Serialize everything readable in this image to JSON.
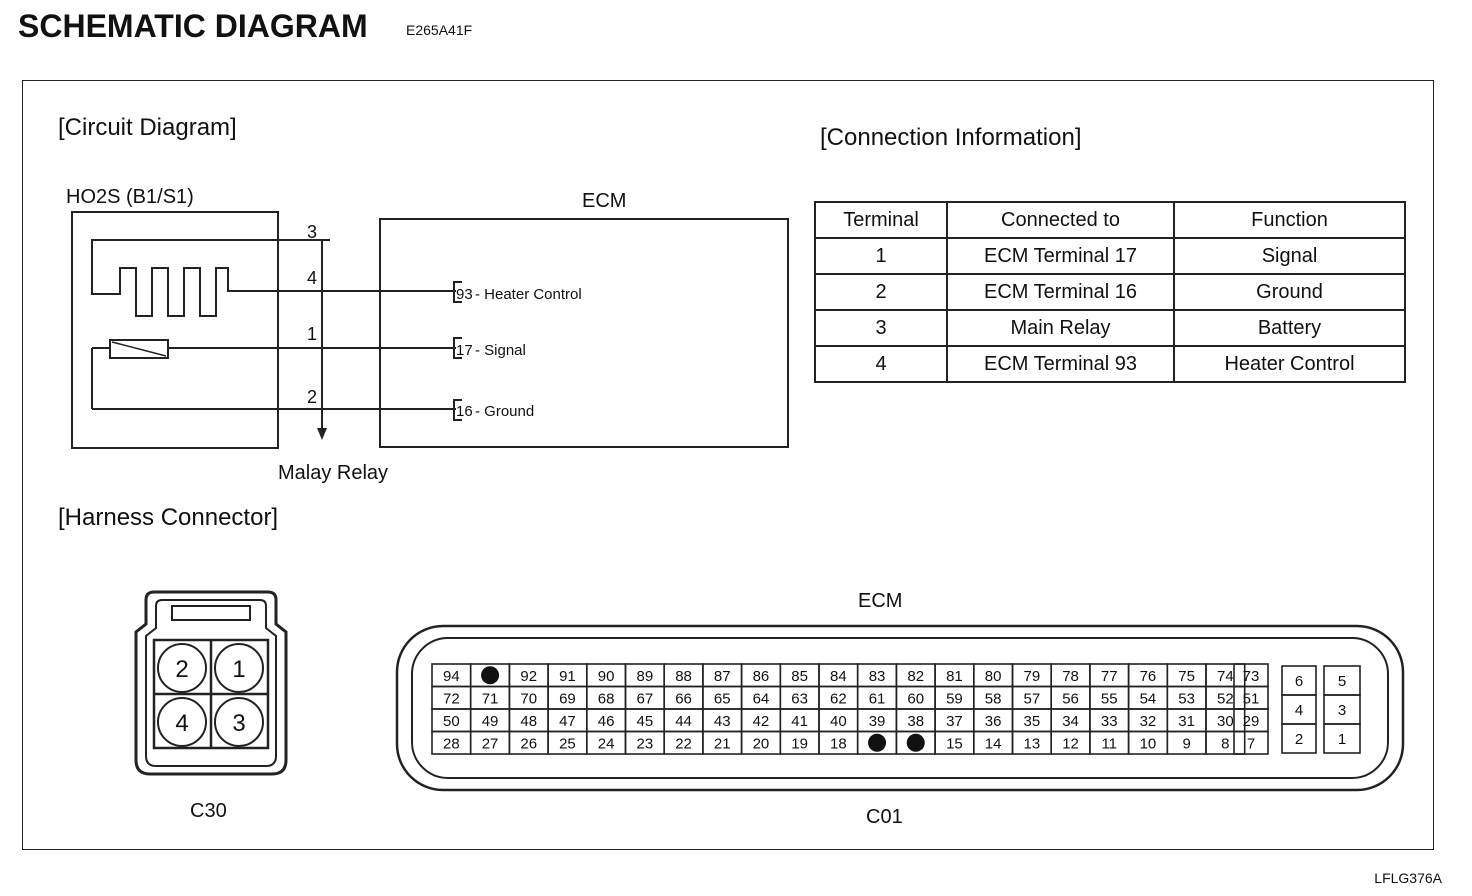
{
  "header": {
    "title": "SCHEMATIC DIAGRAM",
    "code": "E265A41F"
  },
  "footer": {
    "code": "LFLG376A"
  },
  "circuit": {
    "heading": "[Circuit Diagram]",
    "sensor_label": "HO2S (B1/S1)",
    "ecm_label": "ECM",
    "relay_label": "Malay Relay",
    "pins": [
      "3",
      "4",
      "1",
      "2"
    ],
    "ecm_terminals": [
      {
        "num": "93",
        "label": "- Heater Control"
      },
      {
        "num": "17",
        "label": "- Signal"
      },
      {
        "num": "16",
        "label": "- Ground"
      }
    ]
  },
  "connection": {
    "heading": "[Connection Information]",
    "headers": [
      "Terminal",
      "Connected to",
      "Function"
    ],
    "rows": [
      [
        "1",
        "ECM Terminal 17",
        "Signal"
      ],
      [
        "2",
        "ECM Terminal 16",
        "Ground"
      ],
      [
        "3",
        "Main Relay",
        "Battery"
      ],
      [
        "4",
        "ECM Terminal 93",
        "Heater Control"
      ]
    ]
  },
  "harness": {
    "heading": "[Harness Connector]",
    "c30": {
      "label": "C30",
      "pins": [
        "2",
        "1",
        "4",
        "3"
      ]
    },
    "ecm": {
      "title": "ECM",
      "label": "C01",
      "main_rows": [
        [
          "94",
          "",
          "92",
          "91",
          "90",
          "89",
          "88",
          "87",
          "86",
          "85",
          "84",
          "83",
          "82",
          "81",
          "80",
          "79",
          "78",
          "77",
          "76",
          "75",
          "74"
        ],
        [
          "72",
          "71",
          "70",
          "69",
          "68",
          "67",
          "66",
          "65",
          "64",
          "63",
          "62",
          "61",
          "60",
          "59",
          "58",
          "57",
          "56",
          "55",
          "54",
          "53",
          "52"
        ],
        [
          "50",
          "49",
          "48",
          "47",
          "46",
          "45",
          "44",
          "43",
          "42",
          "41",
          "40",
          "39",
          "38",
          "37",
          "36",
          "35",
          "34",
          "33",
          "32",
          "31",
          "30"
        ],
        [
          "28",
          "27",
          "26",
          "25",
          "24",
          "23",
          "22",
          "21",
          "20",
          "19",
          "18",
          "",
          "",
          "15",
          "14",
          "13",
          "12",
          "11",
          "10",
          "9",
          "8"
        ]
      ],
      "side_col": [
        "73",
        "51",
        "29",
        "7"
      ],
      "small_left": [
        "6",
        "4",
        "2"
      ],
      "small_right": [
        "5",
        "3",
        "1"
      ]
    }
  }
}
